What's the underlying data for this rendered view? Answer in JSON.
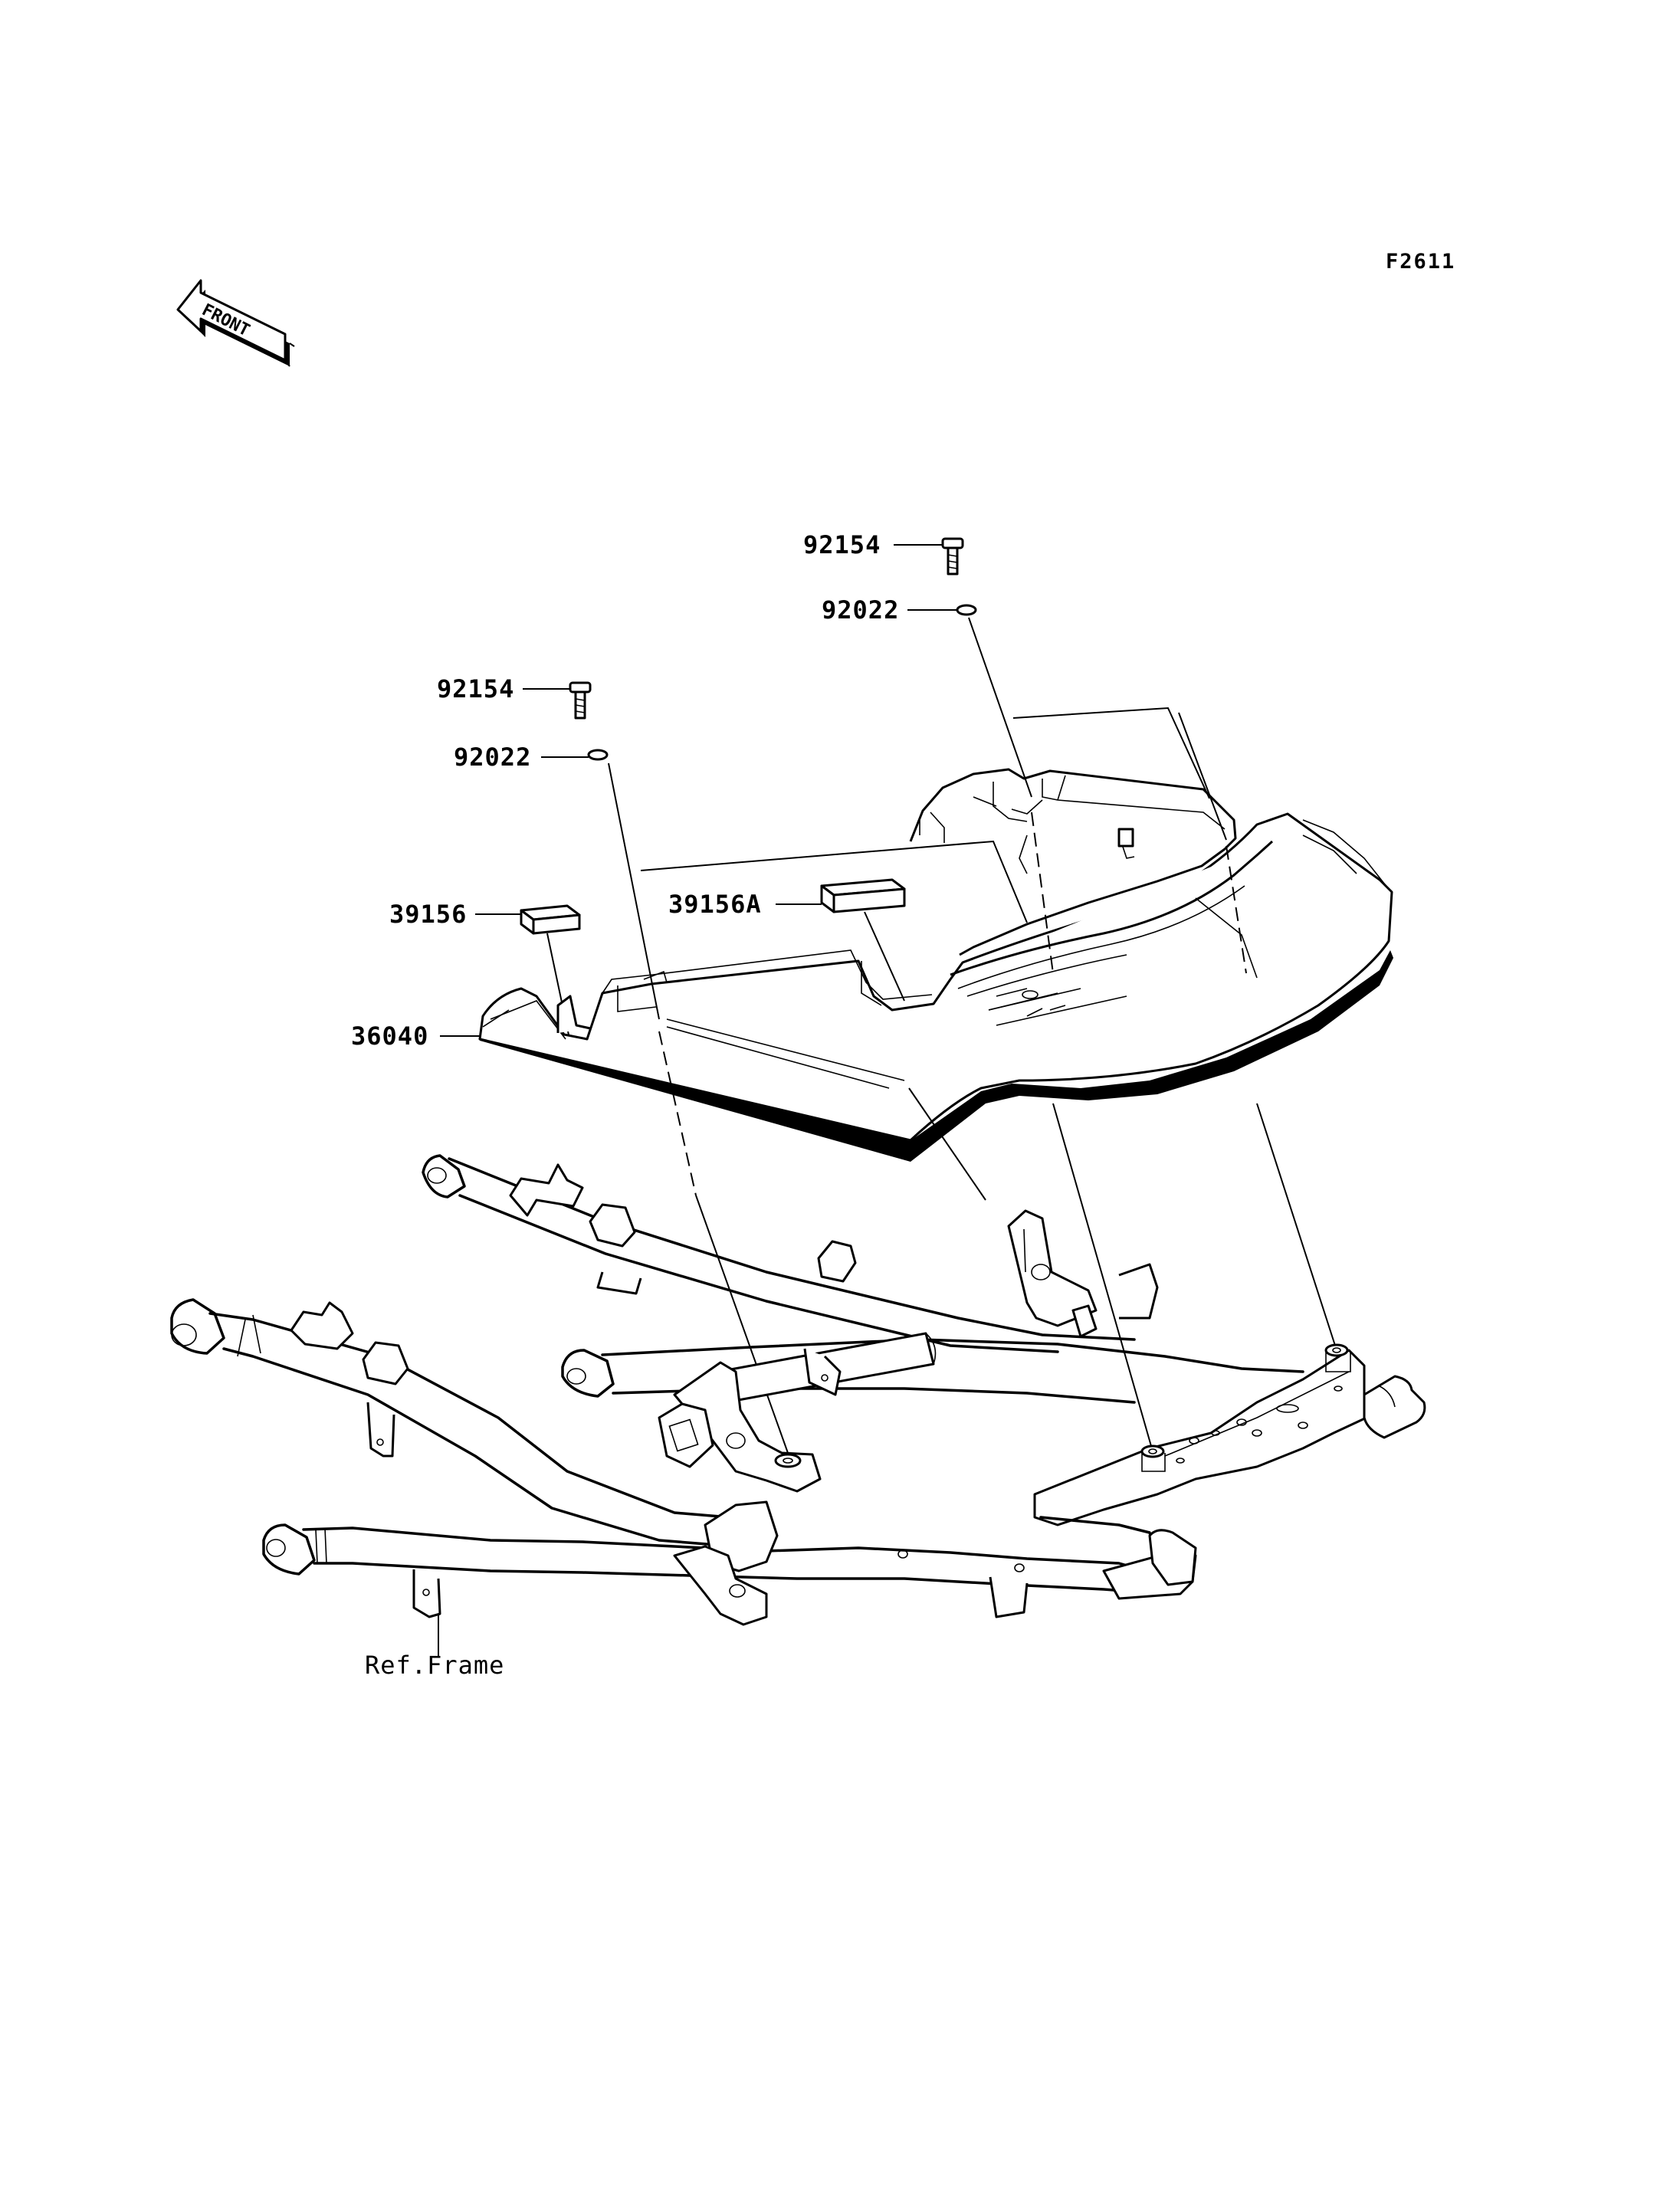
{
  "diagram_code": "F2611",
  "front_indicator": "FRONT",
  "parts": {
    "bolt_upper": "92154",
    "washer_upper": "92022",
    "bolt_left": "92154",
    "washer_left": "92022",
    "pad_left": "39156",
    "pad_right": "39156A",
    "seat_cover": "36040",
    "frame_ref": "Ref.Frame"
  }
}
